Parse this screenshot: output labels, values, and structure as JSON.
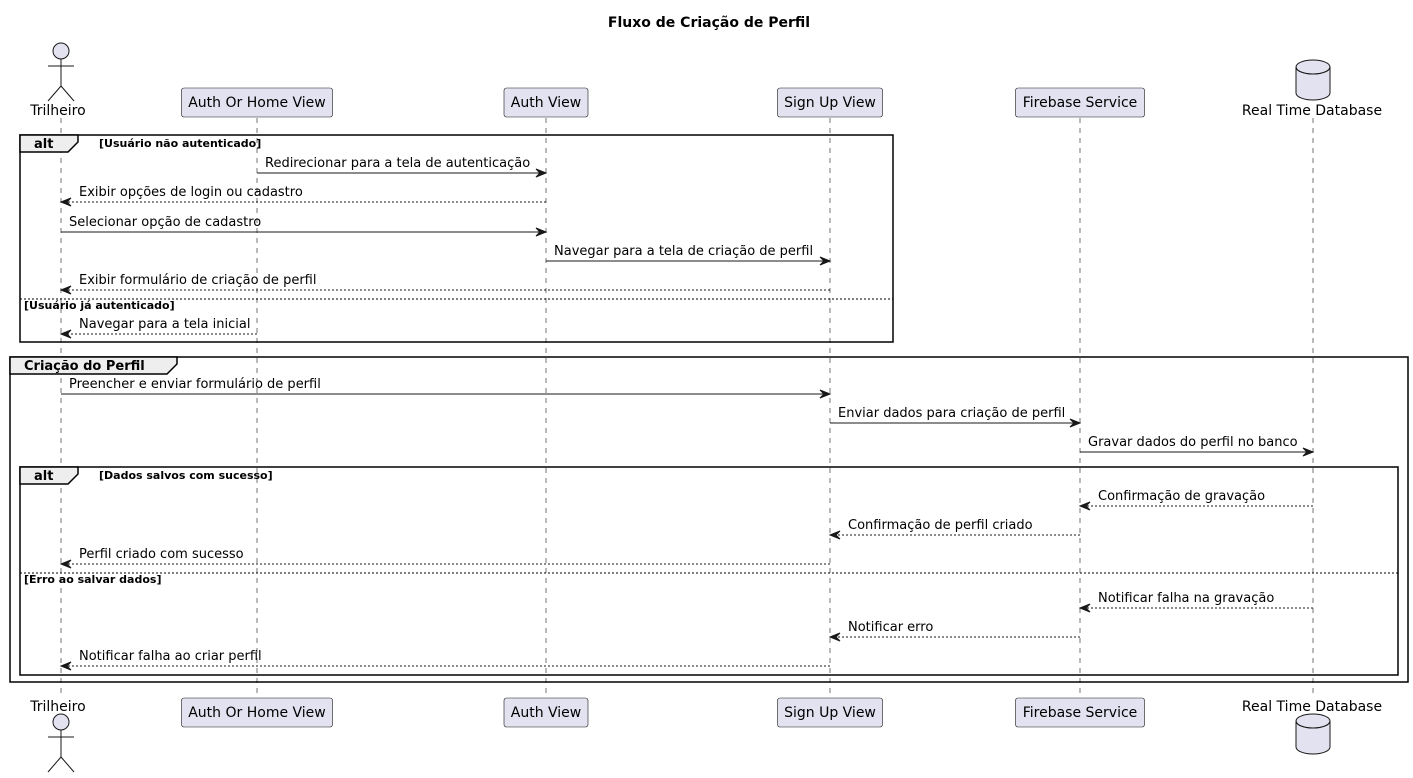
{
  "title": "Fluxo de Criação de Perfil",
  "participants": [
    {
      "id": "trilheiro",
      "label": "Trilheiro",
      "kind": "actor",
      "icon": "actor-icon"
    },
    {
      "id": "auth_or_home",
      "label": "Auth Or Home View",
      "kind": "participant"
    },
    {
      "id": "auth_view",
      "label": "Auth View",
      "kind": "participant"
    },
    {
      "id": "signup_view",
      "label": "Sign Up View",
      "kind": "participant"
    },
    {
      "id": "firebase",
      "label": "Firebase Service",
      "kind": "participant"
    },
    {
      "id": "rtdb",
      "label": "Real Time Database",
      "kind": "database",
      "icon": "database-icon"
    }
  ],
  "frames": [
    {
      "keyword": "alt",
      "sections": [
        {
          "guard": "[Usuário não autenticado]",
          "messages": [
            {
              "from": "auth_or_home",
              "to": "auth_view",
              "label": "Redirecionar para a tela de autenticação",
              "style": "solid"
            },
            {
              "from": "auth_view",
              "to": "trilheiro",
              "label": "Exibir opções de login ou cadastro",
              "style": "dashed"
            },
            {
              "from": "trilheiro",
              "to": "auth_view",
              "label": "Selecionar opção de cadastro",
              "style": "solid"
            },
            {
              "from": "auth_view",
              "to": "signup_view",
              "label": "Navegar para a tela de criação de perfil",
              "style": "solid"
            },
            {
              "from": "signup_view",
              "to": "trilheiro",
              "label": "Exibir formulário de criação de perfil",
              "style": "dashed"
            }
          ]
        },
        {
          "guard": "[Usuário já autenticado]",
          "messages": [
            {
              "from": "auth_or_home",
              "to": "trilheiro",
              "label": "Navegar para a tela inicial",
              "style": "dashed"
            }
          ]
        }
      ]
    },
    {
      "keyword": "Criação do Perfil",
      "messages": [
        {
          "from": "trilheiro",
          "to": "signup_view",
          "label": "Preencher e enviar formulário de perfil",
          "style": "solid"
        },
        {
          "from": "signup_view",
          "to": "firebase",
          "label": "Enviar dados para criação de perfil",
          "style": "solid"
        },
        {
          "from": "firebase",
          "to": "rtdb",
          "label": "Gravar dados do perfil no banco",
          "style": "solid"
        }
      ],
      "nested": {
        "keyword": "alt",
        "sections": [
          {
            "guard": "[Dados salvos com sucesso]",
            "messages": [
              {
                "from": "rtdb",
                "to": "firebase",
                "label": "Confirmação de gravação",
                "style": "dashed"
              },
              {
                "from": "firebase",
                "to": "signup_view",
                "label": "Confirmação de perfil criado",
                "style": "dashed"
              },
              {
                "from": "signup_view",
                "to": "trilheiro",
                "label": "Perfil criado com sucesso",
                "style": "dashed"
              }
            ]
          },
          {
            "guard": "[Erro ao salvar dados]",
            "messages": [
              {
                "from": "rtdb",
                "to": "firebase",
                "label": "Notificar falha na gravação",
                "style": "dashed"
              },
              {
                "from": "firebase",
                "to": "signup_view",
                "label": "Notificar erro",
                "style": "dashed"
              },
              {
                "from": "signup_view",
                "to": "trilheiro",
                "label": "Notificar falha ao criar perfil",
                "style": "dashed"
              }
            ]
          }
        ]
      }
    }
  ],
  "colors": {
    "participant_fill": "#e2e2f0",
    "participant_stroke": "#181818",
    "lifeline": "#181818",
    "frame_tab_fill": "#eeeeee"
  }
}
